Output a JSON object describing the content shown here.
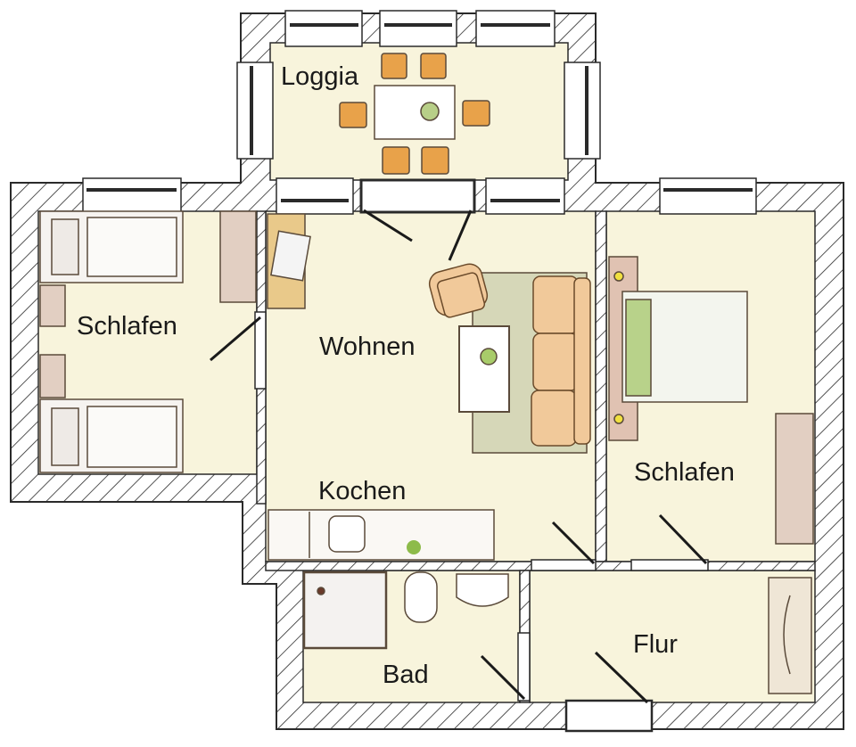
{
  "plan": {
    "type": "floor-plan",
    "colors": {
      "floor": "#f8f4dc",
      "wall_fill": "#ffffff",
      "wall_line": "#2a2a2a",
      "furniture_line": "#5a4a3a",
      "cushion": "#e8a24a",
      "sofa": "#f1c99a",
      "rug": "#d6d7b8",
      "wood": "#d9c4b0",
      "plant": "#8dbb4a",
      "lamp": "#f0e040"
    },
    "rooms": [
      {
        "id": "loggia",
        "label": "Loggia"
      },
      {
        "id": "schlafen-left",
        "label": "Schlafen"
      },
      {
        "id": "wohnen",
        "label": "Wohnen"
      },
      {
        "id": "kochen",
        "label": "Kochen"
      },
      {
        "id": "schlafen-right",
        "label": "Schlafen"
      },
      {
        "id": "bad",
        "label": "Bad"
      },
      {
        "id": "flur",
        "label": "Flur"
      }
    ]
  }
}
